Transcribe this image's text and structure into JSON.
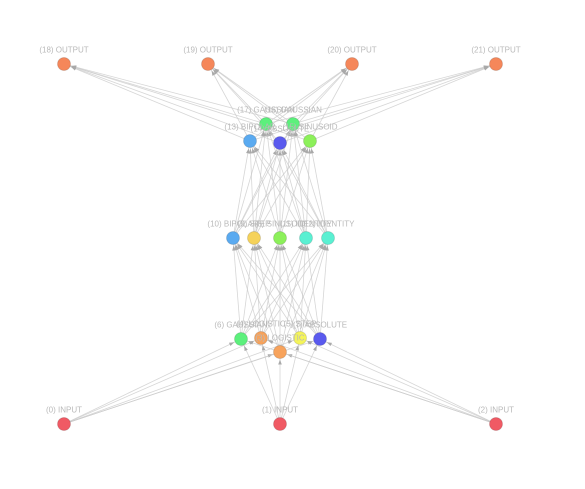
{
  "network": {
    "nodes": [
      {
        "id": 0,
        "label": "(0) INPUT",
        "color": "#f05a64"
      },
      {
        "id": 1,
        "label": "(1) INPUT",
        "color": "#f05a64"
      },
      {
        "id": 2,
        "label": "(2) INPUT",
        "color": "#f05a64"
      },
      {
        "id": 3,
        "label": "(3) LOGISTIC",
        "color": "#f7a35c"
      },
      {
        "id": 4,
        "label": "(4) LOGISTIC",
        "color": "#f7a35c"
      },
      {
        "id": 5,
        "label": "(5) STEP",
        "color": "#f5f55a"
      },
      {
        "id": 6,
        "label": "(6) GAUSSIAN",
        "color": "#5cf07c"
      },
      {
        "id": 7,
        "label": "(7) ABSOLUTE",
        "color": "#5a5aee"
      },
      {
        "id": 8,
        "label": "(8) SINUSOID",
        "color": "#8cf05a"
      },
      {
        "id": 9,
        "label": "(9) STEP",
        "color": "#f5d25a"
      },
      {
        "id": 10,
        "label": "(10) BIPOLAR",
        "color": "#5aaaf0"
      },
      {
        "id": 11,
        "label": "(11) IDENTITY",
        "color": "#5af0d2"
      },
      {
        "id": 12,
        "label": "(12) IDENTITY",
        "color": "#5af0d2"
      },
      {
        "id": 13,
        "label": "(13) BIPOLAR",
        "color": "#5aaaf0"
      },
      {
        "id": 14,
        "label": "(14) ABSOLUTE",
        "color": "#5a5aee"
      },
      {
        "id": 15,
        "label": "(15) SINUSOID",
        "color": "#8cf05a"
      },
      {
        "id": 16,
        "label": "(16) GAUSSIAN",
        "color": "#5cf07c"
      },
      {
        "id": 17,
        "label": "(17) GAUSSIAN",
        "color": "#5cf07c"
      },
      {
        "id": 18,
        "label": "(18) OUTPUT",
        "color": "#f5875a"
      },
      {
        "id": 19,
        "label": "(19) OUTPUT",
        "color": "#f5875a"
      },
      {
        "id": 20,
        "label": "(20) OUTPUT",
        "color": "#f5875a"
      },
      {
        "id": 21,
        "label": "(21) OUTPUT",
        "color": "#f5875a"
      }
    ],
    "edges": [
      [
        0,
        3
      ],
      [
        0,
        4
      ],
      [
        0,
        5
      ],
      [
        0,
        6
      ],
      [
        0,
        7
      ],
      [
        1,
        3
      ],
      [
        1,
        4
      ],
      [
        1,
        5
      ],
      [
        1,
        6
      ],
      [
        1,
        7
      ],
      [
        2,
        3
      ],
      [
        2,
        4
      ],
      [
        2,
        5
      ],
      [
        2,
        6
      ],
      [
        2,
        7
      ],
      [
        3,
        8
      ],
      [
        3,
        9
      ],
      [
        3,
        10
      ],
      [
        3,
        11
      ],
      [
        3,
        12
      ],
      [
        4,
        8
      ],
      [
        4,
        9
      ],
      [
        4,
        10
      ],
      [
        4,
        11
      ],
      [
        4,
        12
      ],
      [
        5,
        8
      ],
      [
        5,
        9
      ],
      [
        5,
        10
      ],
      [
        5,
        11
      ],
      [
        5,
        12
      ],
      [
        6,
        8
      ],
      [
        6,
        9
      ],
      [
        6,
        10
      ],
      [
        6,
        11
      ],
      [
        6,
        12
      ],
      [
        7,
        8
      ],
      [
        7,
        9
      ],
      [
        7,
        10
      ],
      [
        7,
        11
      ],
      [
        7,
        12
      ],
      [
        8,
        13
      ],
      [
        8,
        14
      ],
      [
        8,
        15
      ],
      [
        8,
        16
      ],
      [
        8,
        17
      ],
      [
        9,
        13
      ],
      [
        9,
        14
      ],
      [
        9,
        15
      ],
      [
        9,
        16
      ],
      [
        9,
        17
      ],
      [
        10,
        13
      ],
      [
        10,
        14
      ],
      [
        10,
        15
      ],
      [
        10,
        16
      ],
      [
        10,
        17
      ],
      [
        11,
        13
      ],
      [
        11,
        14
      ],
      [
        11,
        15
      ],
      [
        11,
        16
      ],
      [
        11,
        17
      ],
      [
        12,
        13
      ],
      [
        12,
        14
      ],
      [
        12,
        15
      ],
      [
        12,
        16
      ],
      [
        12,
        17
      ],
      [
        13,
        18
      ],
      [
        13,
        19
      ],
      [
        13,
        20
      ],
      [
        13,
        21
      ],
      [
        14,
        18
      ],
      [
        14,
        19
      ],
      [
        14,
        20
      ],
      [
        14,
        21
      ],
      [
        15,
        18
      ],
      [
        15,
        19
      ],
      [
        15,
        20
      ],
      [
        15,
        21
      ],
      [
        16,
        18
      ],
      [
        16,
        19
      ],
      [
        16,
        20
      ],
      [
        16,
        21
      ],
      [
        17,
        18
      ],
      [
        17,
        19
      ],
      [
        17,
        20
      ],
      [
        17,
        21
      ]
    ]
  }
}
